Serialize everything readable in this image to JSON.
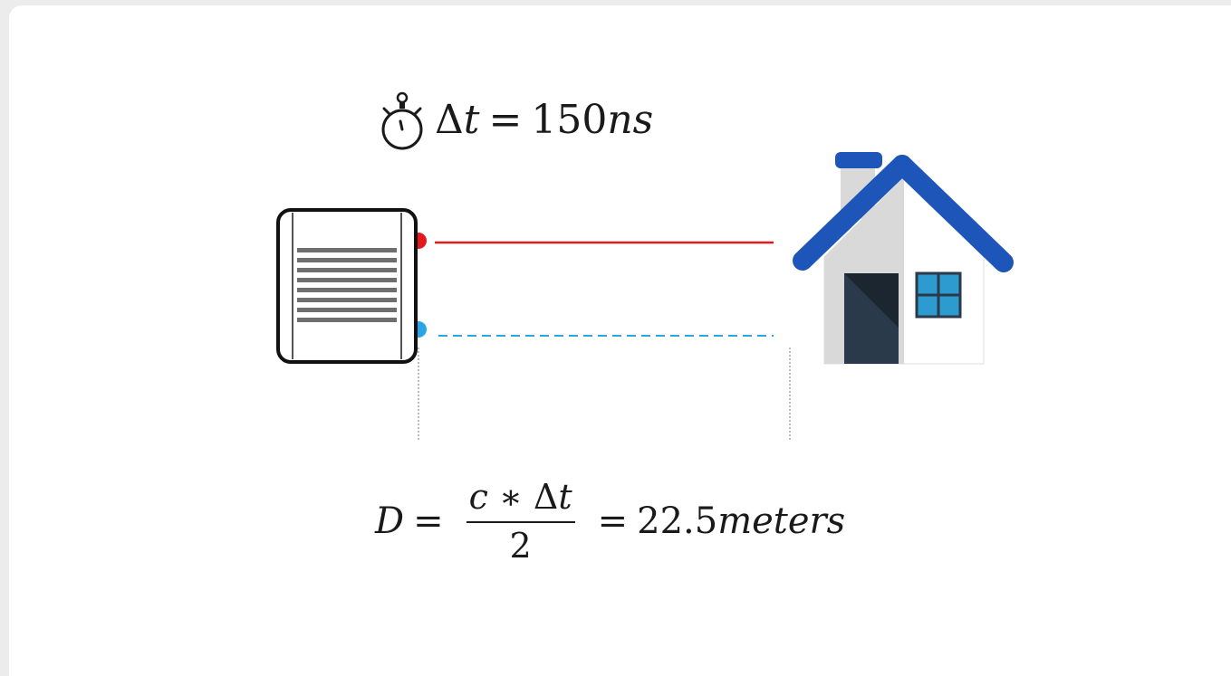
{
  "timer": {
    "icon": "stopwatch-icon",
    "delta": "Δ",
    "var": "t",
    "equals": "=",
    "value": "150",
    "unit": "ns"
  },
  "formula": {
    "lhs": "D",
    "equals": "=",
    "numerator_var": "c",
    "numerator_op": " ∗ ",
    "numerator_delta": "Δ",
    "numerator_t": "t",
    "denominator": "2",
    "equals2": "=",
    "result_value": "22.5",
    "result_unit": "meters"
  },
  "colors": {
    "emitted_signal": "#e5191c",
    "reflected_signal": "#2aa6e8",
    "roof": "#1e55b8",
    "door": "#2b3a4a",
    "window": "#2e9bd0"
  }
}
